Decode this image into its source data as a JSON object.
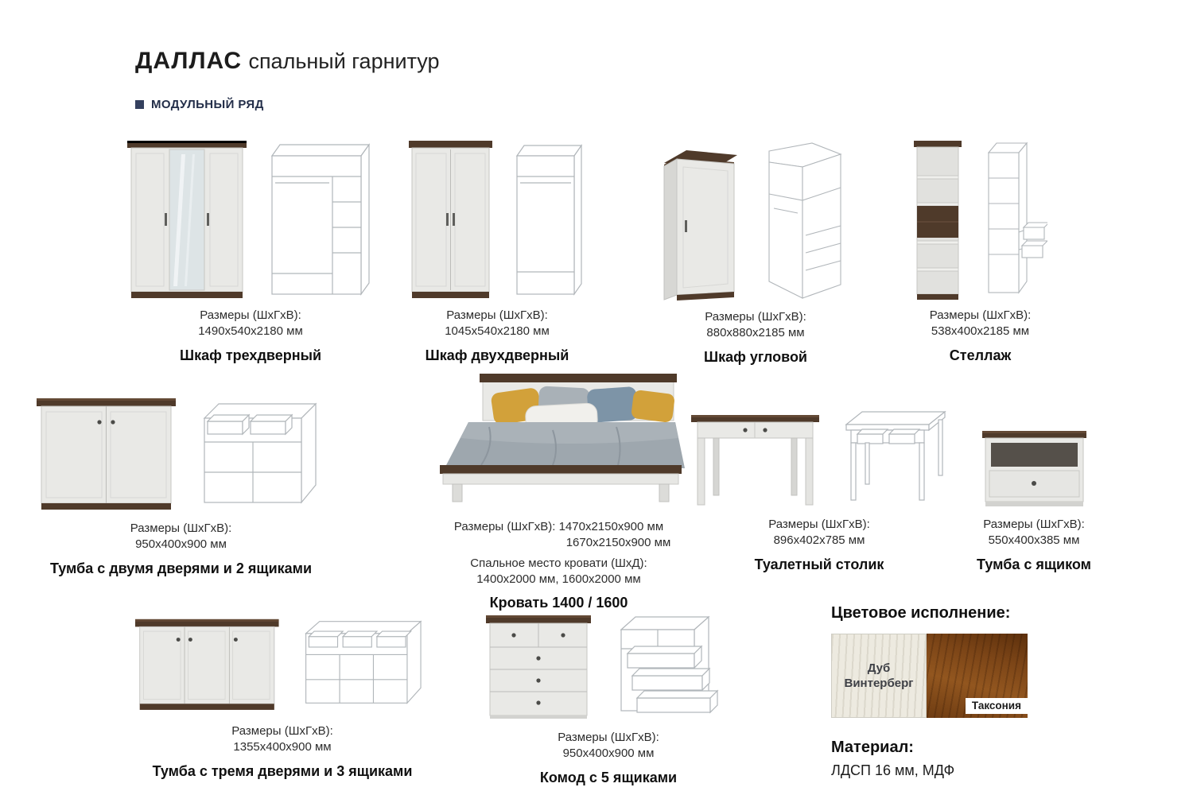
{
  "header": {
    "title": "ДАЛЛАС",
    "subtitle": "спальный гарнитур",
    "section_label": "МОДУЛЬНЫЙ РЯД"
  },
  "items": {
    "wardrobe3": {
      "dims_label": "Размеры (ШхГхВ):",
      "dims": "1490х540х2180 мм",
      "name": "Шкаф трехдверный"
    },
    "wardrobe2": {
      "dims_label": "Размеры (ШхГхВ):",
      "dims": "1045х540х2180 мм",
      "name": "Шкаф двухдверный"
    },
    "corner": {
      "dims_label": "Размеры (ШхГхВ):",
      "dims": "880х880х2185 мм",
      "name": "Шкаф угловой"
    },
    "shelf": {
      "dims_label": "Размеры (ШхГхВ):",
      "dims": "538х400х2185 мм",
      "name": "Стеллаж"
    },
    "tumba2": {
      "dims_label": "Размеры (ШхГхВ):",
      "dims": "950х400х900 мм",
      "name": "Тумба с двумя дверями и 2 ящиками"
    },
    "bed": {
      "dims_label": "Размеры (ШхГхВ):",
      "dims1": "1470х2150х900 мм",
      "dims2": "1670х2150х900 мм",
      "sleep_label": "Спальное место кровати (ШхД):",
      "sleep_dims": "1400х2000 мм, 1600х2000 мм",
      "name": "Кровать 1400 / 1600"
    },
    "dressing": {
      "dims_label": "Размеры (ШхГхВ):",
      "dims": "896х402х785 мм",
      "name": "Туалетный столик"
    },
    "nightstand": {
      "dims_label": "Размеры (ШхГхВ):",
      "dims": "550х400х385 мм",
      "name": "Тумба с ящиком"
    },
    "tumba3": {
      "dims_label": "Размеры (ШхГхВ):",
      "dims": "1355х400х900 мм",
      "name": "Тумба с тремя дверями и 3 ящиками"
    },
    "komod": {
      "dims_label": "Размеры (ШхГхВ):",
      "dims": "950х400х900 мм",
      "name": "Комод с 5 ящиками"
    }
  },
  "finish": {
    "title": "Цветовое исполнение:",
    "swatch_light": {
      "name": "Дуб Винтерберг",
      "color": "#edeae0"
    },
    "swatch_dark": {
      "name": "Таксония",
      "color": "#7c4517"
    }
  },
  "material": {
    "title": "Материал:",
    "value": "ЛДСП 16 мм, МДФ"
  }
}
